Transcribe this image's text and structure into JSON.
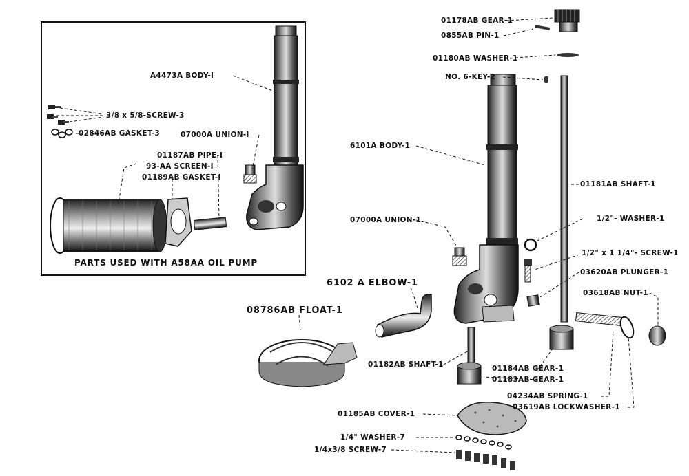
{
  "inset": {
    "caption": "PARTS USED WITH A58AA OIL PUMP",
    "labels": {
      "body": "A4473A BODY-I",
      "screw": "3/8 x 5/8-SCREW-3",
      "gasket3": "02846AB GASKET-3",
      "union": "07000A UNION-I",
      "pipe": "01187AB PIPE-I",
      "screen": "93-AA SCREEN-I",
      "gasket1": "01189AB GASKET-I"
    }
  },
  "main": {
    "labels": {
      "gear_top": "01178AB GEAR-1",
      "pin": "0855AB PIN-1",
      "washer_top": "01180AB WASHER-1",
      "key": "NO. 6-KEY-2",
      "body": "6101A BODY-1",
      "shaft_long": "01181AB SHAFT-1",
      "half_washer": "1/2\"- WASHER-1",
      "union": "07000A UNION-1",
      "screw": "1/2\" x 1 1/4\"- SCREW-1",
      "plunger": "03620AB PLUNGER-1",
      "elbow": "6102 A ELBOW-1",
      "nut": "03618AB NUT-1",
      "float": "08786AB FLOAT-1",
      "shaft_short": "01182AB SHAFT-1",
      "gear_b": "01184AB GEAR-1",
      "gear_c": "01183AB GEAR-1",
      "spring": "04234AB SPRING-1",
      "lockwasher": "03619AB LOCKWASHER-1",
      "cover": "01185AB COVER-1",
      "washer7": "1/4\" WASHER-7",
      "screw7": "1/4x3/8 SCREW-7"
    }
  }
}
